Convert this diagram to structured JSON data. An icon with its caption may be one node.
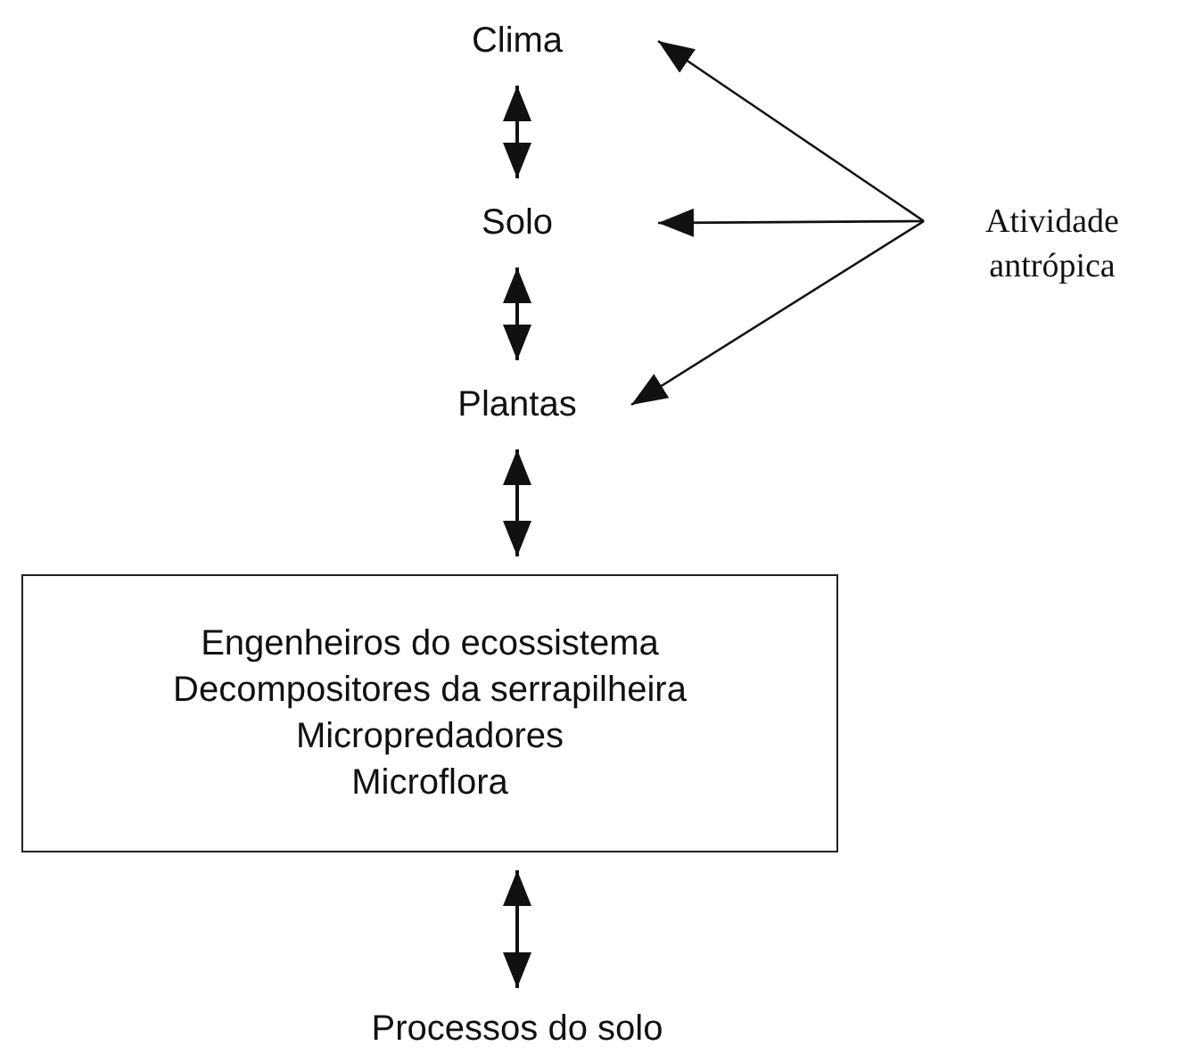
{
  "diagram": {
    "nodes": [
      {
        "text": [
          "Clima"
        ]
      },
      {
        "text": [
          "Solo"
        ]
      },
      {
        "text": [
          "Plantas"
        ]
      },
      {
        "text": [
          "Engenheiros do ecossistema",
          "Decompositores da serrapilheira",
          "Micropredadores",
          "Microflora"
        ]
      },
      {
        "text": [
          "Processos do solo"
        ]
      },
      {
        "text": [
          "Atividade antrópica"
        ]
      }
    ],
    "edges": [
      {
        "from": 0,
        "to": 1,
        "arrow": "both"
      },
      {
        "from": 1,
        "to": 2,
        "arrow": "both"
      },
      {
        "from": 2,
        "to": 3,
        "arrow": "both"
      },
      {
        "from": 3,
        "to": 4,
        "arrow": "both"
      },
      {
        "from": 5,
        "to": 0,
        "arrow": "to"
      },
      {
        "from": 5,
        "to": 1,
        "arrow": "to"
      },
      {
        "from": 5,
        "to": 2,
        "arrow": "to"
      }
    ]
  }
}
